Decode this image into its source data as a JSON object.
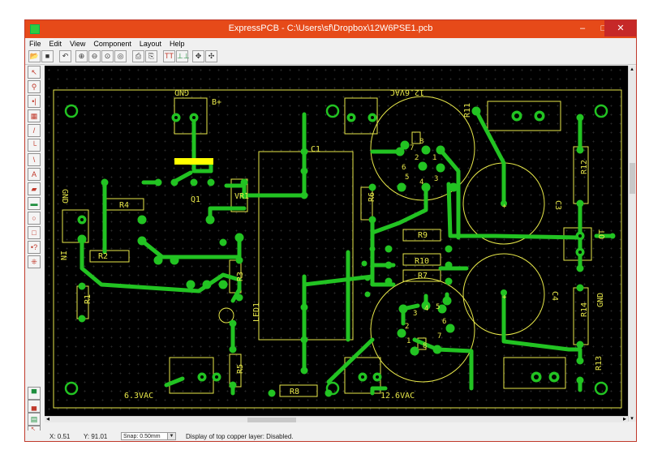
{
  "window": {
    "title": "ExpressPCB - C:\\Users\\sf\\Dropbox\\12W6PSE1.pcb",
    "minimize": "–",
    "maximize": "□",
    "close": "✕"
  },
  "menu": [
    "File",
    "Edit",
    "View",
    "Component",
    "Layout",
    "Help"
  ],
  "toolbar": [
    {
      "icon": "open-icon",
      "glyph": "📂"
    },
    {
      "icon": "save-icon",
      "glyph": "■"
    },
    {
      "icon": "undo-icon",
      "glyph": "↶"
    },
    {
      "icon": "zoom-in-icon",
      "glyph": "⊕"
    },
    {
      "icon": "zoom-out-icon",
      "glyph": "⊖"
    },
    {
      "icon": "zoom-fit-icon",
      "glyph": "⊙"
    },
    {
      "icon": "zoom-previous-icon",
      "glyph": "◎"
    },
    {
      "icon": "print-icon",
      "glyph": "⎙"
    },
    {
      "icon": "print-preview-icon",
      "glyph": "⎘"
    },
    {
      "icon": "top-layer-icon",
      "glyph": "TT"
    },
    {
      "icon": "bottom-layer-icon",
      "glyph": "⊥⊥"
    },
    {
      "icon": "move-icon",
      "glyph": "✥"
    },
    {
      "icon": "pan-icon",
      "glyph": "✣"
    }
  ],
  "tools": [
    {
      "icon": "select-arrow-icon",
      "glyph": "↖"
    },
    {
      "icon": "zoom-tool-icon",
      "glyph": "⚲"
    },
    {
      "icon": "pad-icon",
      "glyph": "•|"
    },
    {
      "icon": "component-icon",
      "glyph": "▦"
    },
    {
      "icon": "trace-icon",
      "glyph": "/"
    },
    {
      "icon": "trace-corner-icon",
      "glyph": "└"
    },
    {
      "icon": "diagonal-trace-icon",
      "glyph": "\\"
    },
    {
      "icon": "text-icon",
      "glyph": "A"
    },
    {
      "icon": "copper-fill-icon",
      "glyph": "▰"
    },
    {
      "icon": "board-icon",
      "glyph": "▬"
    },
    {
      "icon": "circle-icon",
      "glyph": "○"
    },
    {
      "icon": "rectangle-icon",
      "glyph": "□"
    },
    {
      "icon": "pad-info-icon",
      "glyph": "•?"
    },
    {
      "icon": "grid-icon",
      "glyph": "⁜"
    }
  ],
  "layer_tools": [
    {
      "icon": "top-copper-layer-icon",
      "glyph": "▀"
    },
    {
      "icon": "bottom-copper-layer-icon",
      "glyph": "▄"
    },
    {
      "icon": "silkscreen-layer-icon",
      "glyph": "▤"
    },
    {
      "icon": "ratsnest-icon",
      "glyph": "⤡"
    }
  ],
  "status": {
    "x": "X: 0.51",
    "y": "Y: 91.01",
    "snap": "Snap: 0.50mm",
    "snap_arrow": "▼",
    "message": "Display of top copper layer: Disabled."
  },
  "scroll": {
    "left": "◂",
    "right": "▸",
    "up": "▴",
    "down": "▾"
  },
  "pcb": {
    "labels": {
      "gnd_top": "GND",
      "bplus": "B+",
      "c1": "C1",
      "v12_top": "12.6VAC",
      "r11": "R11",
      "r4": "R4",
      "q1": "Q1",
      "vr1": "VR1",
      "r6": "R6",
      "r12": "R12",
      "c3": "C3",
      "ot": "OT",
      "gnd_left": "GND",
      "r9": "R9",
      "r10": "R10",
      "r7": "R7",
      "in": "IN",
      "r2": "R2",
      "r3": "R3",
      "gnd_right": "GND",
      "c4": "C4",
      "r1": "R1",
      "led1": "LED1",
      "r14": "R14",
      "r5": "R5",
      "r13": "R13",
      "r8": "R8",
      "v63": "6.3VAC",
      "v12_bottom": "12.6VAC",
      "t1_pin1": "1",
      "t1_pin2": "2",
      "t1_pin3": "3",
      "t1_pin4": "4",
      "t1_pin5": "5",
      "t1_pin6": "6",
      "t1_pin7": "7",
      "t1_pin8": "8",
      "t2_pin1": "1",
      "t2_pin2": "2",
      "t2_pin3": "3",
      "t2_pin4": "4",
      "t2_pin5": "5",
      "t2_pin6": "6",
      "t2_pin7": "7",
      "t2_pin8": "8",
      "plus_c3": "+",
      "plus_c4": "+"
    }
  },
  "colors": {
    "title_bar": "#e64a19",
    "board_bg": "#000000",
    "silkscreen": "#e8e84a",
    "copper": "#22c322",
    "highlight": "#ffff00"
  }
}
